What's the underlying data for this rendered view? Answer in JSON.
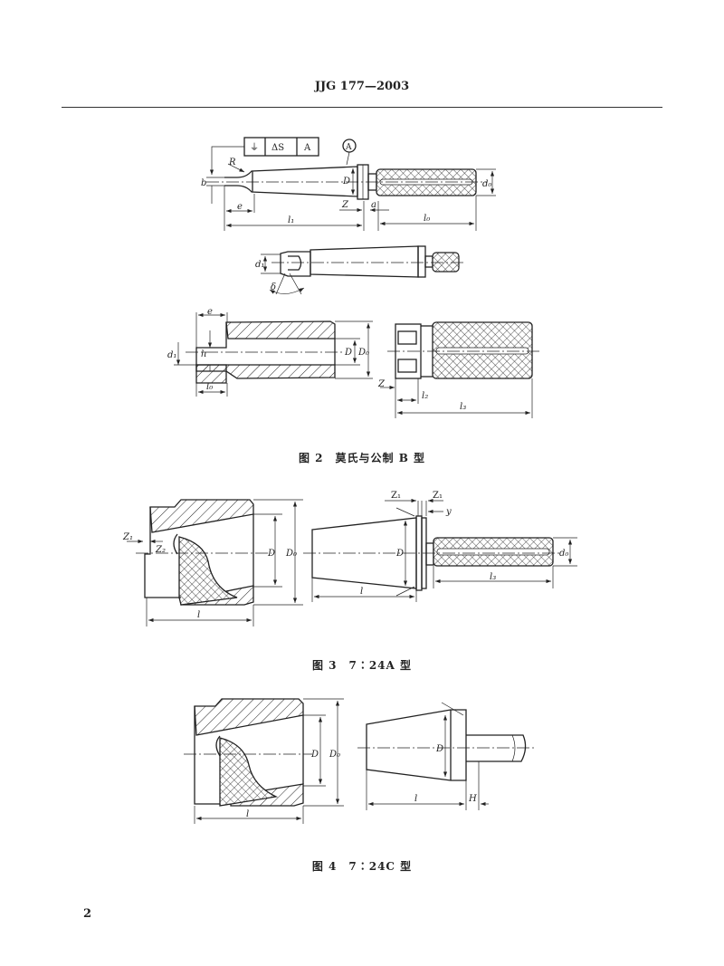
{
  "header": {
    "title": "JJG 177—2003"
  },
  "page_number": "2",
  "figures": {
    "fig2": {
      "caption": "图 2　莫氏与公制 B 型",
      "tolerance_frame": {
        "symbol": "⏚",
        "value": "ΔS",
        "datum": "A"
      },
      "datum_circle": "A",
      "labels": {
        "R": "R",
        "b": "b",
        "e": "e",
        "l1": "l₁",
        "D": "D",
        "Z": "Z",
        "a": "a",
        "l0": "l₀",
        "d0": "d₀",
        "d1": "d₁",
        "delta": "δ",
        "e2": "e",
        "d1b": "d₁",
        "h": "h",
        "l0b": "l₀",
        "Db": "D",
        "D0": "D₀",
        "Z2": "Z",
        "l2": "l₂",
        "l3": "l₃"
      }
    },
    "fig3": {
      "caption": "图 3　7∶24A 型",
      "labels": {
        "Z1": "Z₁",
        "Z2": "Z₂",
        "D": "D",
        "D0": "D₀",
        "l": "l",
        "Z1b": "Z₁",
        "Z1c": "Z₁",
        "y": "y",
        "Dp": "D",
        "lp": "l",
        "l3": "l₃",
        "d0": "d₀"
      }
    },
    "fig4": {
      "caption": "图 4　7∶24C 型",
      "labels": {
        "D": "D",
        "D0": "D₀",
        "l": "l",
        "Dp": "D",
        "lp": "l",
        "H": "H"
      }
    }
  }
}
